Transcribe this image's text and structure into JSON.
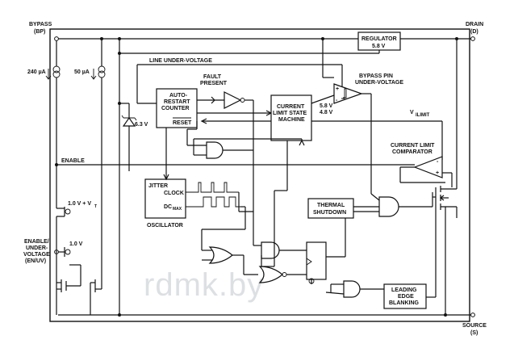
{
  "pins": {
    "bypass": "BYPASS",
    "bypass_sub": "(BP)",
    "drain": "DRAIN",
    "drain_sub": "(D)",
    "source": "SOURCE",
    "source_sub": "(S)",
    "enable_line1": "ENABLE/",
    "enable_line2": "UNDER-",
    "enable_line3": "VOLTAGE",
    "enable_line4": "(EN/UV)"
  },
  "currents": {
    "left": "240 µA",
    "right": "50 µA"
  },
  "blocks": {
    "regulator_line1": "REGULATOR",
    "regulator_line2": "5.8 V",
    "auto_restart_line1": "AUTO-",
    "auto_restart_line2": "RESTART",
    "auto_restart_line3": "COUNTER",
    "auto_restart_reset": "RESET",
    "clsm_line1": "CURRENT",
    "clsm_line2": "LIMIT STATE",
    "clsm_line3": "MACHINE",
    "thermal_line1": "THERMAL",
    "thermal_line2": "SHUTDOWN",
    "leb_line1": "LEADING",
    "leb_line2": "EDGE",
    "leb_line3": "BLANKING",
    "osc_jitter": "JITTER",
    "osc_clock": "CLOCK",
    "osc_dc": "DC",
    "osc_dc_sub": "MAX",
    "osc_name": "OSCILLATOR"
  },
  "labels": {
    "line_uv": "LINE UNDER-VOLTAGE",
    "fault_line1": "FAULT",
    "fault_line2": "PRESENT",
    "bypass_uv_line1": "BYPASS PIN",
    "bypass_uv_line2": "UNDER-VOLTAGE",
    "bpuv_hi": "5.8 V",
    "bpuv_lo": "4.8 V",
    "zener": "6.3 V",
    "enable": "ENABLE",
    "vilimit_v": "V",
    "vilimit_sub": "ILIMIT",
    "comparator_line1": "CURRENT LIMIT",
    "comparator_line2": "COMPARATOR",
    "ref1": "1.0 V + V",
    "ref1_sub": "T",
    "ref2": "1.0 V",
    "plus": "+",
    "minus": "-"
  },
  "watermark": "rdmk.by"
}
